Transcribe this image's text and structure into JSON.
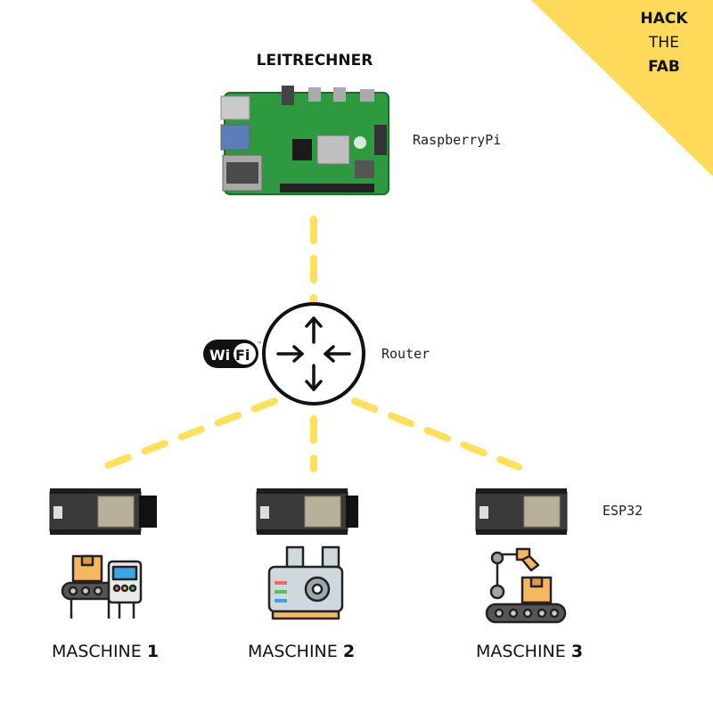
{
  "brand": {
    "line1": "HACK",
    "line2": "THE",
    "line3": "FAB",
    "color": "#ffd95a"
  },
  "controller": {
    "title": "LEITRECHNER",
    "device": "RaspberryPi"
  },
  "router": {
    "label": "Router",
    "wifi_logo": "Wi Fi",
    "tm": "™"
  },
  "esp_label": "ESP32",
  "machines": [
    {
      "name": "MASCHINE",
      "number": "1"
    },
    {
      "name": "MASCHINE",
      "number": "2"
    },
    {
      "name": "MASCHINE",
      "number": "3"
    }
  ],
  "colors": {
    "link": "#ffe05a",
    "board": "#2e9a3f"
  }
}
